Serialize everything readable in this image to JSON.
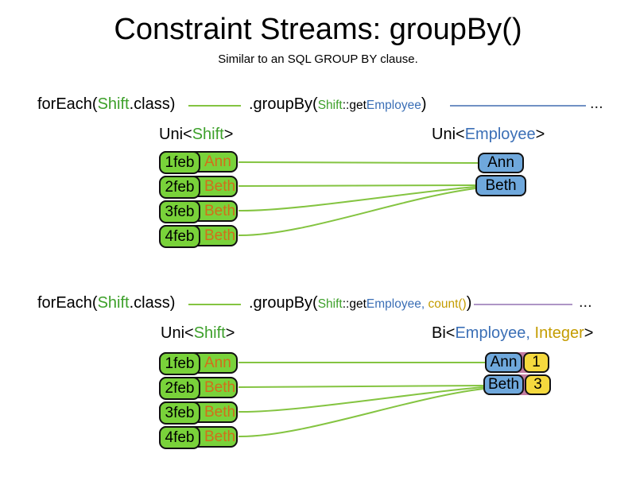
{
  "title": "Constraint Streams: groupBy()",
  "subtitle": "Similar to an SQL GROUP BY clause.",
  "colors": {
    "green_text": "#3da02a",
    "blue_text": "#3b6fb6",
    "orange_text": "#d26e1a",
    "gold_text": "#c49c00",
    "box_green": "#79d23a",
    "box_blue": "#6fa8dc",
    "box_yellow": "#f5d93e",
    "pair_pink": "#c27ba0",
    "line_green": "#84c441",
    "line_blue": "#7191c4",
    "line_purple": "#ae95c6",
    "border_dark": "#111111"
  },
  "sections": [
    {
      "code": {
        "call_pre": "forEach(",
        "call_type": "Shift",
        "call_post": ".class)",
        "group_pre": ".groupBy(",
        "arg_type": "Shift",
        "arg_accessor": "::get",
        "arg_field": "Employee",
        "group_post": ")",
        "ellipsis": "..."
      },
      "source_label": {
        "pre": "Uni<",
        "type": "Shift",
        "post": ">"
      },
      "result_label": {
        "pre": "Uni<",
        "type": "Employee",
        "post": ">"
      },
      "rows": [
        {
          "date": "1feb",
          "employee": "Ann"
        },
        {
          "date": "2feb",
          "employee": "Beth"
        },
        {
          "date": "3feb",
          "employee": "Beth"
        },
        {
          "date": "4feb",
          "employee": "Beth"
        }
      ],
      "results": [
        {
          "employee": "Ann"
        },
        {
          "employee": "Beth"
        }
      ]
    },
    {
      "code": {
        "call_pre": "forEach(",
        "call_type": "Shift",
        "call_post": ".class)",
        "group_pre": ".groupBy(",
        "arg_type": "Shift",
        "arg_accessor": "::get",
        "arg_field": "Employee",
        "arg_comma": ", ",
        "arg_count": "count()",
        "group_post": ")",
        "ellipsis": "..."
      },
      "source_label": {
        "pre": "Uni<",
        "type": "Shift",
        "post": ">"
      },
      "result_label": {
        "pre": "Bi<",
        "type": "Employee",
        "comma": ", ",
        "type2": "Integer",
        "post": ">"
      },
      "rows": [
        {
          "date": "1feb",
          "employee": "Ann"
        },
        {
          "date": "2feb",
          "employee": "Beth"
        },
        {
          "date": "3feb",
          "employee": "Beth"
        },
        {
          "date": "4feb",
          "employee": "Beth"
        }
      ],
      "results": [
        {
          "employee": "Ann",
          "count": "1"
        },
        {
          "employee": "Beth",
          "count": "3"
        }
      ]
    }
  ]
}
